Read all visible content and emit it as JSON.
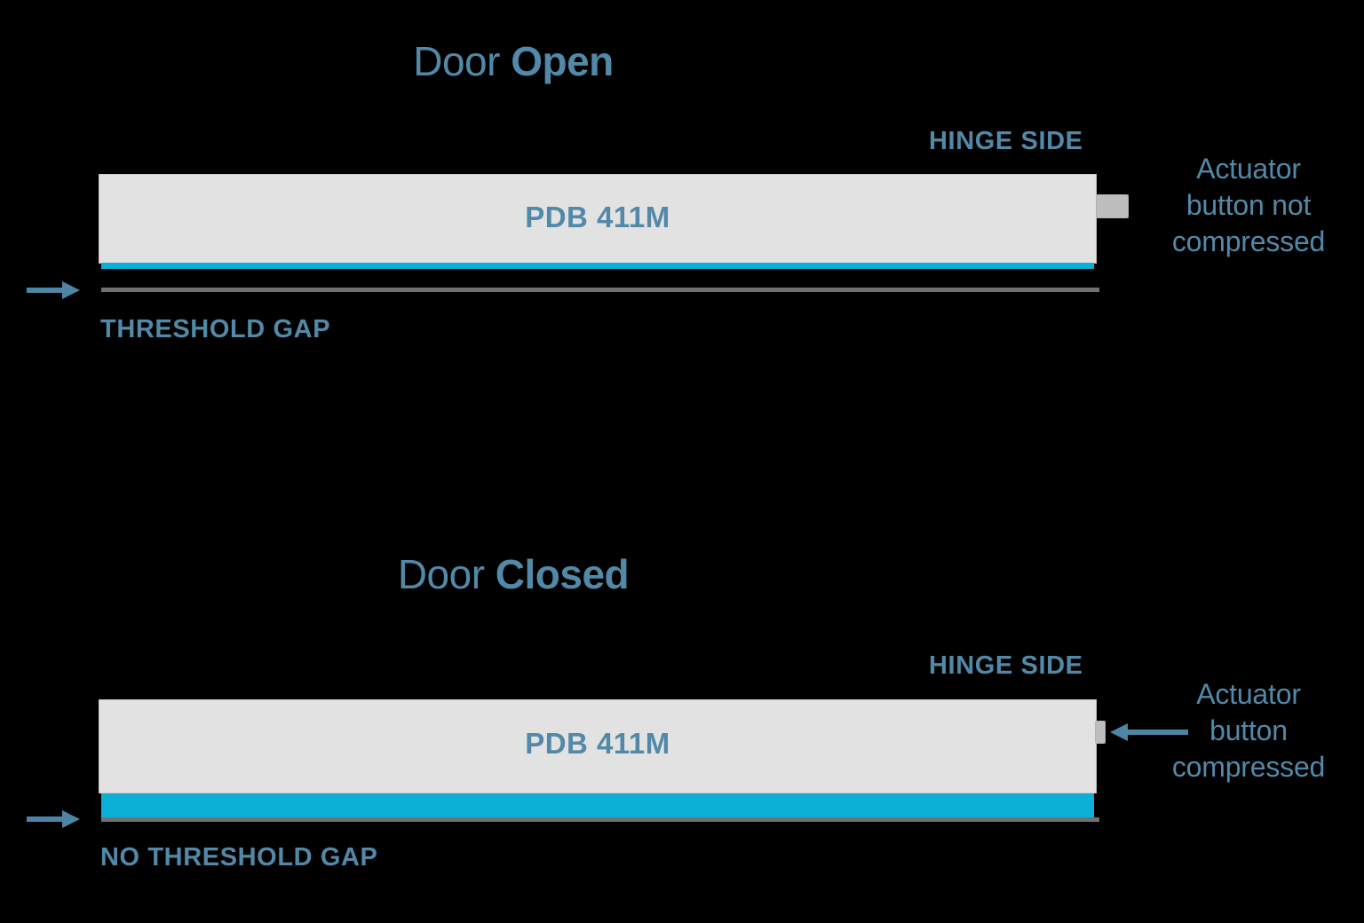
{
  "diagram": {
    "background_color": "#000000",
    "accent_blue": "#5289a8",
    "seal_cyan": "#0cafd6",
    "door_fill": "#e2e2e2",
    "floor_gray": "#6f7072",
    "actuator_gray": "#bdbdbd"
  },
  "panels": [
    {
      "title_normal": "Door ",
      "title_strong": "Open",
      "door_label": "PDB 411M",
      "hinge_label": "HINGE SIDE",
      "gap_label": "THRESHOLD GAP",
      "actuator_note_lines": [
        "Actuator",
        "button not",
        "compressed"
      ],
      "actuator_state": "not-compressed",
      "seal_state": "retracted"
    },
    {
      "title_normal": "Door ",
      "title_strong": "Closed",
      "door_label": "PDB 411M",
      "hinge_label": "HINGE SIDE",
      "gap_label": "NO THRESHOLD GAP",
      "actuator_note_lines": [
        "Actuator",
        "button",
        "compressed"
      ],
      "actuator_state": "compressed",
      "seal_state": "extended"
    }
  ]
}
